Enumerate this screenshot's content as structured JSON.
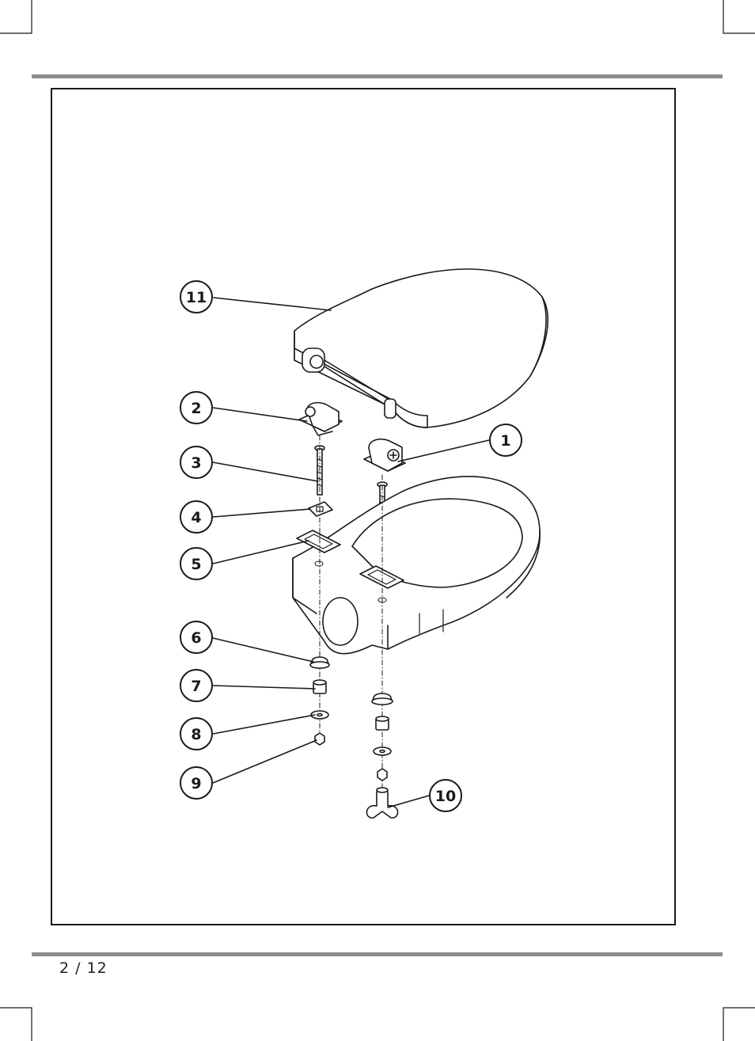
{
  "page": {
    "number_label": "2 / 12"
  },
  "callouts": [
    {
      "id": "part-1",
      "label": "1"
    },
    {
      "id": "part-2",
      "label": "2"
    },
    {
      "id": "part-3",
      "label": "3"
    },
    {
      "id": "part-4",
      "label": "4"
    },
    {
      "id": "part-5",
      "label": "5"
    },
    {
      "id": "part-6",
      "label": "6"
    },
    {
      "id": "part-7",
      "label": "7"
    },
    {
      "id": "part-8",
      "label": "8"
    },
    {
      "id": "part-9",
      "label": "9"
    },
    {
      "id": "part-10",
      "label": "10"
    },
    {
      "id": "part-11",
      "label": "11"
    }
  ],
  "colors": {
    "ink": "#1a1a1a",
    "rule": "#8c8c8c",
    "paper": "#ffffff"
  }
}
